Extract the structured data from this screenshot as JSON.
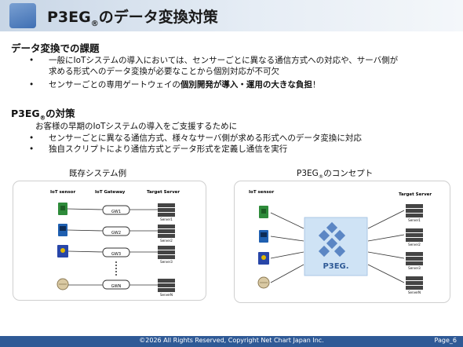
{
  "header": {
    "title_prefix": "P3EG",
    "title_reg": "®",
    "title_suffix": "のデータ変換対策"
  },
  "section1": {
    "title": "データ変換での課題",
    "bullets": [
      {
        "line1": "一般にIoTシステムの導入においては、センサーごとに異なる通信方式への対応や、サーバ側が",
        "line2": "求める形式へのデータ変換が必要なことから個別対応が不可欠"
      },
      {
        "normal": "センサーごとの専用ゲートウェイの",
        "bold": "個別開発が導入・運用の大きな負担",
        "end": "！"
      }
    ]
  },
  "section2": {
    "title_prefix": "P3EG",
    "title_reg": "®",
    "title_suffix": "の対策",
    "intro": "お客様の早期のIoTシステムの導入をご支援するために",
    "bullets": [
      "センサーごとに異なる通信方式、様々なサーバ側が求める形式へのデータ変換に対応",
      "独自スクリプトにより通信方式とデータ形式を定義し通信を実行"
    ]
  },
  "left_diagram": {
    "caption": "既存システム例",
    "col_sensor": "IoT sensor",
    "col_gateway": "IoT Gateway",
    "col_server": "Target Server",
    "rows": [
      {
        "sensor": "green-sensor-board",
        "sensor_color": "#2e8b3a",
        "gateway": "GW1",
        "server": "Server1"
      },
      {
        "sensor": "blue-sensor-board",
        "sensor_color": "#1f5fb0",
        "gateway": "GW2",
        "server": "Server2"
      },
      {
        "sensor": "blue-sensor-board",
        "sensor_color": "#2846a8",
        "gateway": "GW3",
        "server": "Server3"
      },
      {
        "sensor": "round-sensor",
        "sensor_color": "#b59a6a",
        "gateway": "GWN",
        "server": "ServerN"
      }
    ]
  },
  "right_diagram": {
    "caption_prefix": "P3EG",
    "caption_reg": "®",
    "caption_suffix": "のコンセプト",
    "col_sensor": "IoT sensor",
    "col_server": "Target Server",
    "center_label": "P3EG.",
    "servers": [
      "Server1",
      "Server2",
      "Server3",
      "ServerN"
    ]
  },
  "footer": {
    "copyright": "©2026 All Rights Reserved, Copyright Net Chart Japan Inc.",
    "page": "Page_6"
  },
  "colors": {
    "footer": "#2f5a96",
    "center_box": "#cfe3f5",
    "logo": "#5b86c4"
  }
}
